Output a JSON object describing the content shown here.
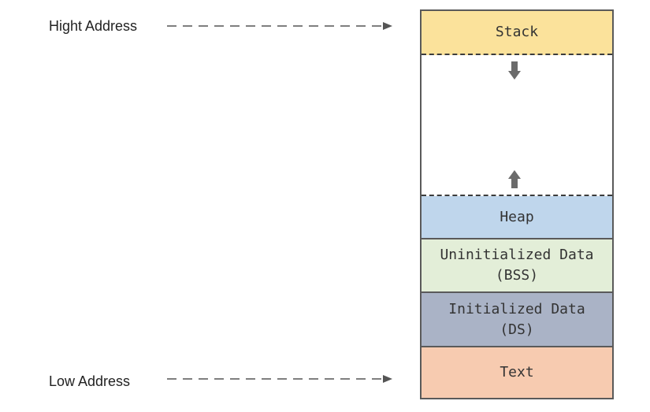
{
  "labels": {
    "high_address": "Hight Address",
    "low_address": "Low Address"
  },
  "segments": {
    "stack": {
      "lines": [
        "Stack"
      ],
      "color": "#fbe29b"
    },
    "heap": {
      "lines": [
        "Heap"
      ],
      "color": "#bfd6ec"
    },
    "bss": {
      "lines": [
        "Uninitialized Data",
        "(BSS)"
      ],
      "color": "#e3eed8"
    },
    "ds": {
      "lines": [
        "Initialized Data",
        "(DS)"
      ],
      "color": "#aab3c6"
    },
    "text": {
      "lines": [
        "Text"
      ],
      "color": "#f7cbb0"
    }
  },
  "icons": {
    "stack_growth": "arrow-down-icon",
    "heap_growth": "arrow-up-icon",
    "address_pointer": "dashed-arrow-right-icon"
  },
  "colors": {
    "border": "#5a5a5a",
    "growth_arrow": "#6b6b6b",
    "pointer_arrow": "#555555"
  }
}
